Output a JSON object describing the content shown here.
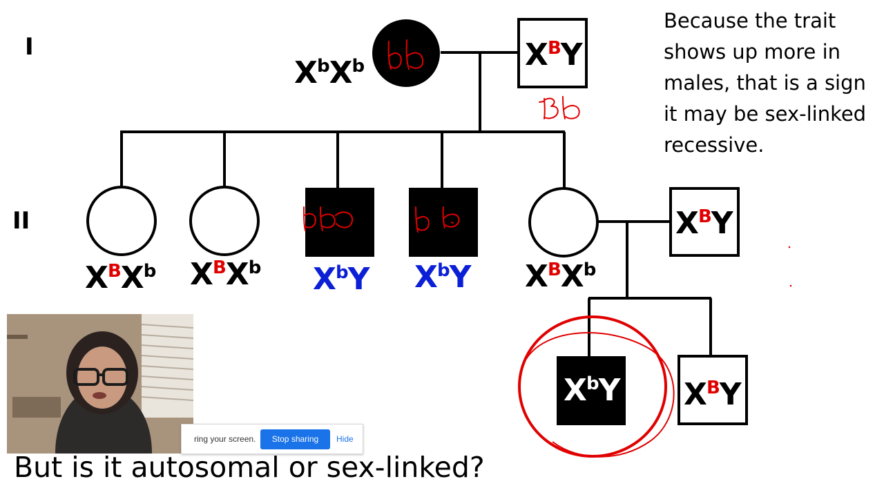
{
  "generations": {
    "gen1": "I",
    "gen2": "II"
  },
  "genotypes": {
    "mother_gen1": {
      "base1": "X",
      "sup1": "b",
      "base2": "X",
      "sup2": "b"
    },
    "father_gen1": {
      "base": "X",
      "sup": "B",
      "y": "Y"
    },
    "daughter1": {
      "base1": "X",
      "sup1": "B",
      "base2": "X",
      "sup2": "b"
    },
    "daughter2": {
      "base1": "X",
      "sup1": "B",
      "base2": "X",
      "sup2": "b"
    },
    "son1": {
      "base": "X",
      "sup": "b",
      "y": "Y"
    },
    "son2": {
      "base": "X",
      "sup": "b",
      "y": "Y"
    },
    "daughter3": {
      "base1": "X",
      "sup1": "B",
      "base2": "X",
      "sup2": "b"
    },
    "husband_gen2": {
      "base": "X",
      "sup": "B",
      "y": "Y"
    },
    "grandson1": {
      "base": "X",
      "sup": "b",
      "y": "Y"
    },
    "grandson2": {
      "base": "X",
      "sup": "B",
      "y": "Y"
    }
  },
  "note": "Because the trait shows up more in males, that is a sign it may be sex-linked recessive.",
  "question": "But is it autosomal or sex-linked?",
  "share_bar": {
    "text": "ring your screen.",
    "stop_label": "Stop sharing",
    "hide_label": "Hide"
  },
  "colors": {
    "affected": "#000000",
    "allele_dominant": "#e00000",
    "recessive_son": "#0b1fd6",
    "annotation": "#e00000"
  }
}
